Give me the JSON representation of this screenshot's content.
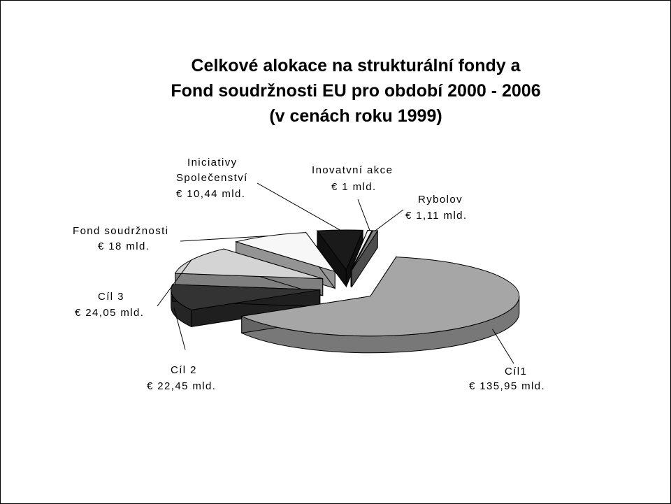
{
  "chart_data": {
    "type": "pie",
    "title_lines": [
      "Celkové alokace na strukturální fondy a",
      "Fond soudržnosti EU pro období 2000 - 2006",
      "(v cenách roku 1999)"
    ],
    "slices": [
      {
        "name": "Cíl1",
        "value": 135.95,
        "label_line1": "Cíl1",
        "label_line2": "€ 135,95 mld.",
        "color": "#a6a6a6"
      },
      {
        "name": "Cíl 2",
        "value": 22.45,
        "label_line1": "Cíl 2",
        "label_line2": "€ 22,45 mld.",
        "color": "#333333"
      },
      {
        "name": "Cíl 3",
        "value": 24.05,
        "label_line1": "Cíl 3",
        "label_line2": "€ 24,05 mld.",
        "color": "#d4d4d4"
      },
      {
        "name": "Fond soudržnosti",
        "value": 18,
        "label_line1": "Fond soudržnosti",
        "label_line2": "€ 18 mld.",
        "color": "#f7f7f7"
      },
      {
        "name": "Iniciativy Společenství",
        "value": 10.44,
        "label_line1": "Iniciativy",
        "label_line1b": "Společenství",
        "label_line2": "€ 10,44 mld.",
        "color": "#1a1a1a"
      },
      {
        "name": "Inovatvní akce",
        "value": 1,
        "label_line1": "Inovatvní akce",
        "label_line2": "€ 1 mld.",
        "color": "#f2f2f2"
      },
      {
        "name": "Rybolov",
        "value": 1.11,
        "label_line1": "Rybolov",
        "label_line2": "€ 1,11 mld.",
        "color": "#808080"
      }
    ]
  }
}
